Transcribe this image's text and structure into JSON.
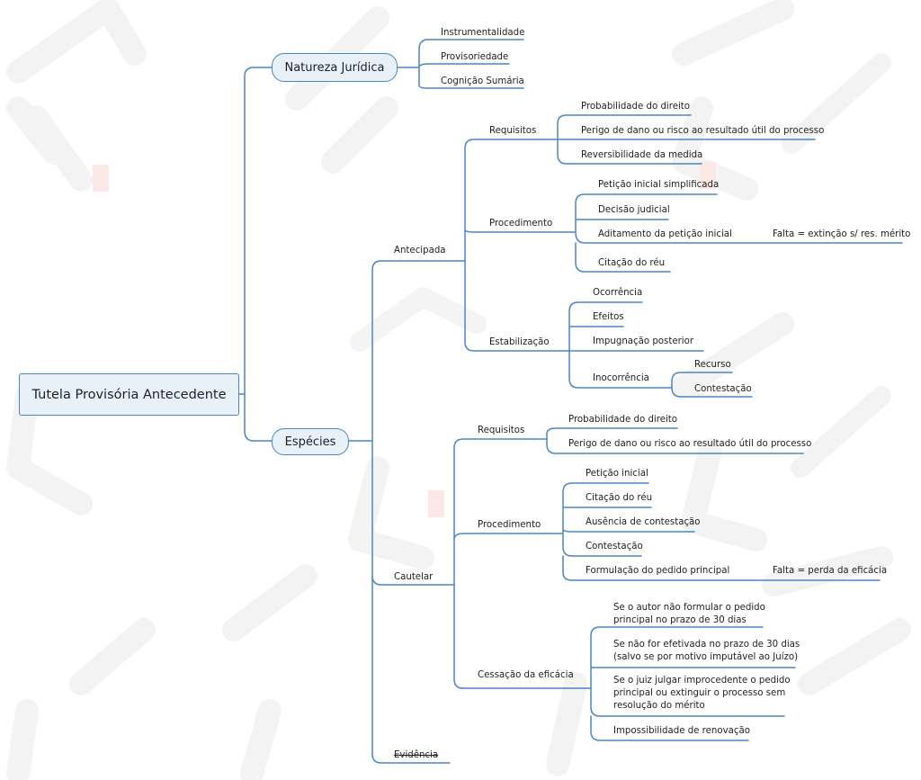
{
  "colors": {
    "line": "#4a86c5",
    "node_fill": "#e8f0f8",
    "watermark": "#f2f2f2",
    "watermark_accent": "#fbe3e3"
  },
  "root": {
    "label": "Tutela Provisória Antecedente"
  },
  "natureza": {
    "label": "Natureza Jurídica",
    "items": [
      "Instrumentalidade",
      "Provisoriedade",
      "Cognição Sumária"
    ]
  },
  "especies": {
    "label": "Espécies",
    "antecipada": {
      "label": "Antecipada",
      "requisitos": {
        "label": "Requisitos",
        "items": [
          "Probabilidade do direito",
          "Perigo de dano ou risco ao resultado útil do processo",
          "Reversibilidade da medida"
        ]
      },
      "procedimento": {
        "label": "Procedimento",
        "items": [
          "Petição inicial simplificada",
          "Decisão judicial",
          "Aditamento da petição inicial",
          "Citação do réu"
        ],
        "falta": "Falta = extinção s/ res. mérito"
      },
      "estabilizacao": {
        "label": "Estabilização",
        "items": [
          "Ocorrência",
          "Efeitos",
          "Impugnação posterior",
          "Inocorrência"
        ],
        "inocorrencia_items": [
          "Recurso",
          "Contestação"
        ]
      }
    },
    "cautelar": {
      "label": "Cautelar",
      "requisitos": {
        "label": "Requisitos",
        "items": [
          "Probabilidade do direito",
          "Perigo de dano ou risco ao resultado útil do processo"
        ]
      },
      "procedimento": {
        "label": "Procedimento",
        "items": [
          "Petição inicial",
          "Citação do réu",
          "Ausência de contestação",
          "Contestação",
          "Formulação do pedido principal"
        ],
        "falta": "Falta = perda da eficácia"
      },
      "cessacao": {
        "label": "Cessação da eficácia",
        "items": [
          "Se o autor não formular o pedido\nprincipal no prazo de 30 dias",
          "Se não for efetivada no prazo de 30 dias\n(salvo se por motivo imputável ao Juízo)",
          "Se o juiz julgar improcedente o pedido\nprincipal ou extinguir o processo sem\nresolução do mérito",
          "Impossibilidade de renovação"
        ]
      }
    },
    "evidencia": {
      "label": "Evidência"
    }
  }
}
